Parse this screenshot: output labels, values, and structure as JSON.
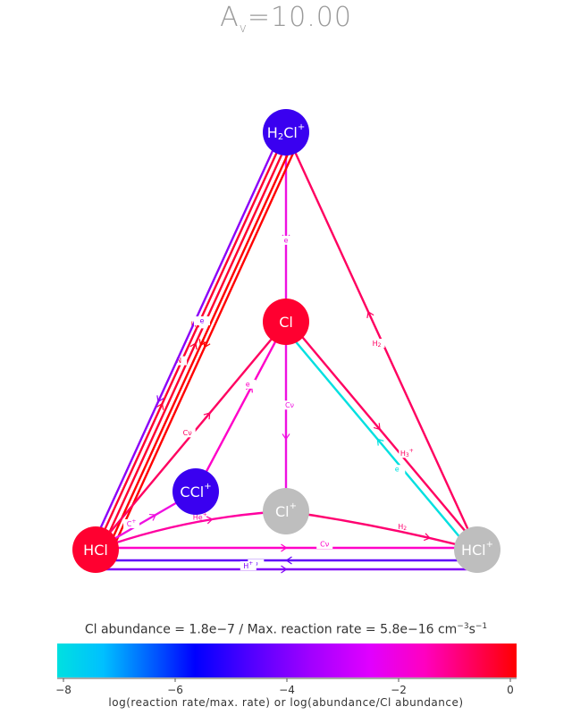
{
  "title": {
    "main": "A",
    "sub": "v",
    "value": "=10.00"
  },
  "species": [
    {
      "id": "h2cl",
      "base": "H",
      "sub": "2",
      "rest": "Cl",
      "sup": "+",
      "color": "#3a00f0"
    },
    {
      "id": "cl",
      "base": "Cl",
      "sub": "",
      "rest": "",
      "sup": "",
      "color": "#ff0030"
    },
    {
      "id": "ccl",
      "base": "CCl",
      "sub": "",
      "rest": "",
      "sup": "+",
      "color": "#3a00f0"
    },
    {
      "id": "clp",
      "base": "Cl",
      "sub": "",
      "rest": "",
      "sup": "+",
      "color": "#bebebe"
    },
    {
      "id": "hcl",
      "base": "HCl",
      "sub": "",
      "rest": "",
      "sup": "",
      "color": "#ff0030"
    },
    {
      "id": "hclp",
      "base": "HCl",
      "sub": "",
      "rest": "",
      "sup": "+",
      "color": "#bebebe"
    }
  ],
  "reactions": [
    {
      "id": "h2cl-cl",
      "label": "e",
      "color": "#ee10e0"
    },
    {
      "id": "h2cl-hcl-1",
      "label": "",
      "color": "#ff0000"
    },
    {
      "id": "h2cl-hcl-2",
      "label": "",
      "color": "#ff0000"
    },
    {
      "id": "hcl-h2cl-h3",
      "label": "H3+",
      "color": "#ff0030"
    },
    {
      "id": "hcl-h2cl-n",
      "label": "N",
      "color": "#ff0030"
    },
    {
      "id": "h2cl-hcl-e",
      "label": "e",
      "color": "#8c00f8"
    },
    {
      "id": "hclp-h2cl",
      "label": "H2",
      "color": "#ff0060"
    },
    {
      "id": "hcl-cl",
      "label": "Cν",
      "color": "#ff0060"
    },
    {
      "id": "ccl-cl",
      "label": "e",
      "color": "#ff00c8"
    },
    {
      "id": "cl-clp",
      "label": "Cν",
      "color": "#ee10e0"
    },
    {
      "id": "hclp-cl",
      "label": "e",
      "color": "#00e0e0"
    },
    {
      "id": "cl-hclp",
      "label": "H3+",
      "color": "#ff0060"
    },
    {
      "id": "hcl-ccl",
      "label": "C+",
      "color": "#ee10e0"
    },
    {
      "id": "hcl-clp",
      "label": "He+",
      "color": "#ff00a0"
    },
    {
      "id": "clp-hclp",
      "label": "H2",
      "color": "#ff0070"
    },
    {
      "id": "hcl-hclp-c",
      "label": "Cν",
      "color": "#ff00c8"
    },
    {
      "id": "hclp-hcl-nu",
      "label": "ν",
      "color": "#6000f8"
    },
    {
      "id": "hcl-hclp-h",
      "label": "H+",
      "color": "#8000f8"
    }
  ],
  "caption": {
    "text": "Cl abundance = 1.8e−7 / Max. reaction rate = 5.8e−16 cm",
    "unit1": "−3",
    "unit2": "s",
    "unit3": "−1"
  },
  "colorbar": {
    "ticks": [
      "−8",
      "−6",
      "−4",
      "−2",
      "0"
    ],
    "min": -8,
    "max": 0,
    "label": "log(reaction rate/max. rate) or log(abundance/Cl abundance)"
  }
}
